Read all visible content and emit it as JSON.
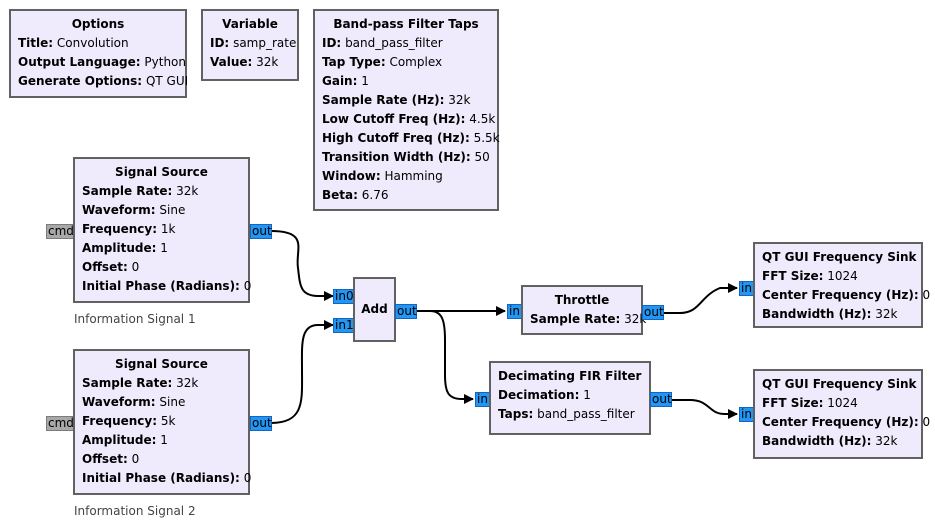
{
  "app": "GNU Radio Companion flowgraph",
  "colors": {
    "block_fill": "#efebfc",
    "block_border": "#616161",
    "stream_port": "#2196f3",
    "message_port": "#a8a8a8",
    "wire": "#000000"
  },
  "blocks": {
    "options": {
      "title": "Options",
      "params": [
        {
          "key": "Title:",
          "value": "Convolution"
        },
        {
          "key": "Output Language:",
          "value": "Python"
        },
        {
          "key": "Generate Options:",
          "value": "QT GUI"
        }
      ]
    },
    "variable": {
      "title": "Variable",
      "params": [
        {
          "key": "ID:",
          "value": "samp_rate"
        },
        {
          "key": "Value:",
          "value": "32k"
        }
      ]
    },
    "bpf_taps": {
      "title": "Band-pass Filter Taps",
      "params": [
        {
          "key": "ID:",
          "value": "band_pass_filter"
        },
        {
          "key": "Tap Type:",
          "value": "Complex"
        },
        {
          "key": "Gain:",
          "value": "1"
        },
        {
          "key": "Sample Rate (Hz):",
          "value": "32k"
        },
        {
          "key": "Low Cutoff Freq (Hz):",
          "value": "4.5k"
        },
        {
          "key": "High Cutoff Freq (Hz):",
          "value": "5.5k"
        },
        {
          "key": "Transition Width (Hz):",
          "value": "50"
        },
        {
          "key": "Window:",
          "value": "Hamming"
        },
        {
          "key": "Beta:",
          "value": "6.76"
        }
      ]
    },
    "sig1": {
      "title": "Signal Source",
      "params": [
        {
          "key": "Sample Rate:",
          "value": "32k"
        },
        {
          "key": "Waveform:",
          "value": "Sine"
        },
        {
          "key": "Frequency:",
          "value": "1k"
        },
        {
          "key": "Amplitude:",
          "value": "1"
        },
        {
          "key": "Offset:",
          "value": "0"
        },
        {
          "key": "Initial Phase (Radians):",
          "value": "0"
        }
      ],
      "comment": "Information Signal 1",
      "ports": {
        "cmd": "cmd",
        "out": "out"
      }
    },
    "sig2": {
      "title": "Signal Source",
      "params": [
        {
          "key": "Sample Rate:",
          "value": "32k"
        },
        {
          "key": "Waveform:",
          "value": "Sine"
        },
        {
          "key": "Frequency:",
          "value": "5k"
        },
        {
          "key": "Amplitude:",
          "value": "1"
        },
        {
          "key": "Offset:",
          "value": "0"
        },
        {
          "key": "Initial Phase (Radians):",
          "value": "0"
        }
      ],
      "comment": "Information Signal 2",
      "ports": {
        "cmd": "cmd",
        "out": "out"
      }
    },
    "add": {
      "title": "Add",
      "ports": {
        "in0": "in0",
        "in1": "in1",
        "out": "out"
      }
    },
    "throttle": {
      "title": "Throttle",
      "params": [
        {
          "key": "Sample Rate:",
          "value": "32k"
        }
      ],
      "ports": {
        "in": "in",
        "out": "out"
      }
    },
    "fir": {
      "title": "Decimating FIR Filter",
      "params": [
        {
          "key": "Decimation:",
          "value": "1"
        },
        {
          "key": "Taps:",
          "value": "band_pass_filter"
        }
      ],
      "ports": {
        "in": "in",
        "out": "out"
      }
    },
    "sink1": {
      "title": "QT GUI Frequency Sink",
      "params": [
        {
          "key": "FFT Size:",
          "value": "1024"
        },
        {
          "key": "Center Frequency (Hz):",
          "value": "0"
        },
        {
          "key": "Bandwidth (Hz):",
          "value": "32k"
        }
      ],
      "ports": {
        "in": "in"
      }
    },
    "sink2": {
      "title": "QT GUI Frequency Sink",
      "params": [
        {
          "key": "FFT Size:",
          "value": "1024"
        },
        {
          "key": "Center Frequency (Hz):",
          "value": "0"
        },
        {
          "key": "Bandwidth (Hz):",
          "value": "32k"
        }
      ],
      "ports": {
        "in": "in"
      }
    }
  },
  "connections": [
    {
      "from": "sig1.out",
      "to": "add.in0"
    },
    {
      "from": "sig2.out",
      "to": "add.in1"
    },
    {
      "from": "add.out",
      "to": "throttle.in"
    },
    {
      "from": "add.out",
      "to": "fir.in"
    },
    {
      "from": "throttle.out",
      "to": "sink1.in"
    },
    {
      "from": "fir.out",
      "to": "sink2.in"
    }
  ]
}
